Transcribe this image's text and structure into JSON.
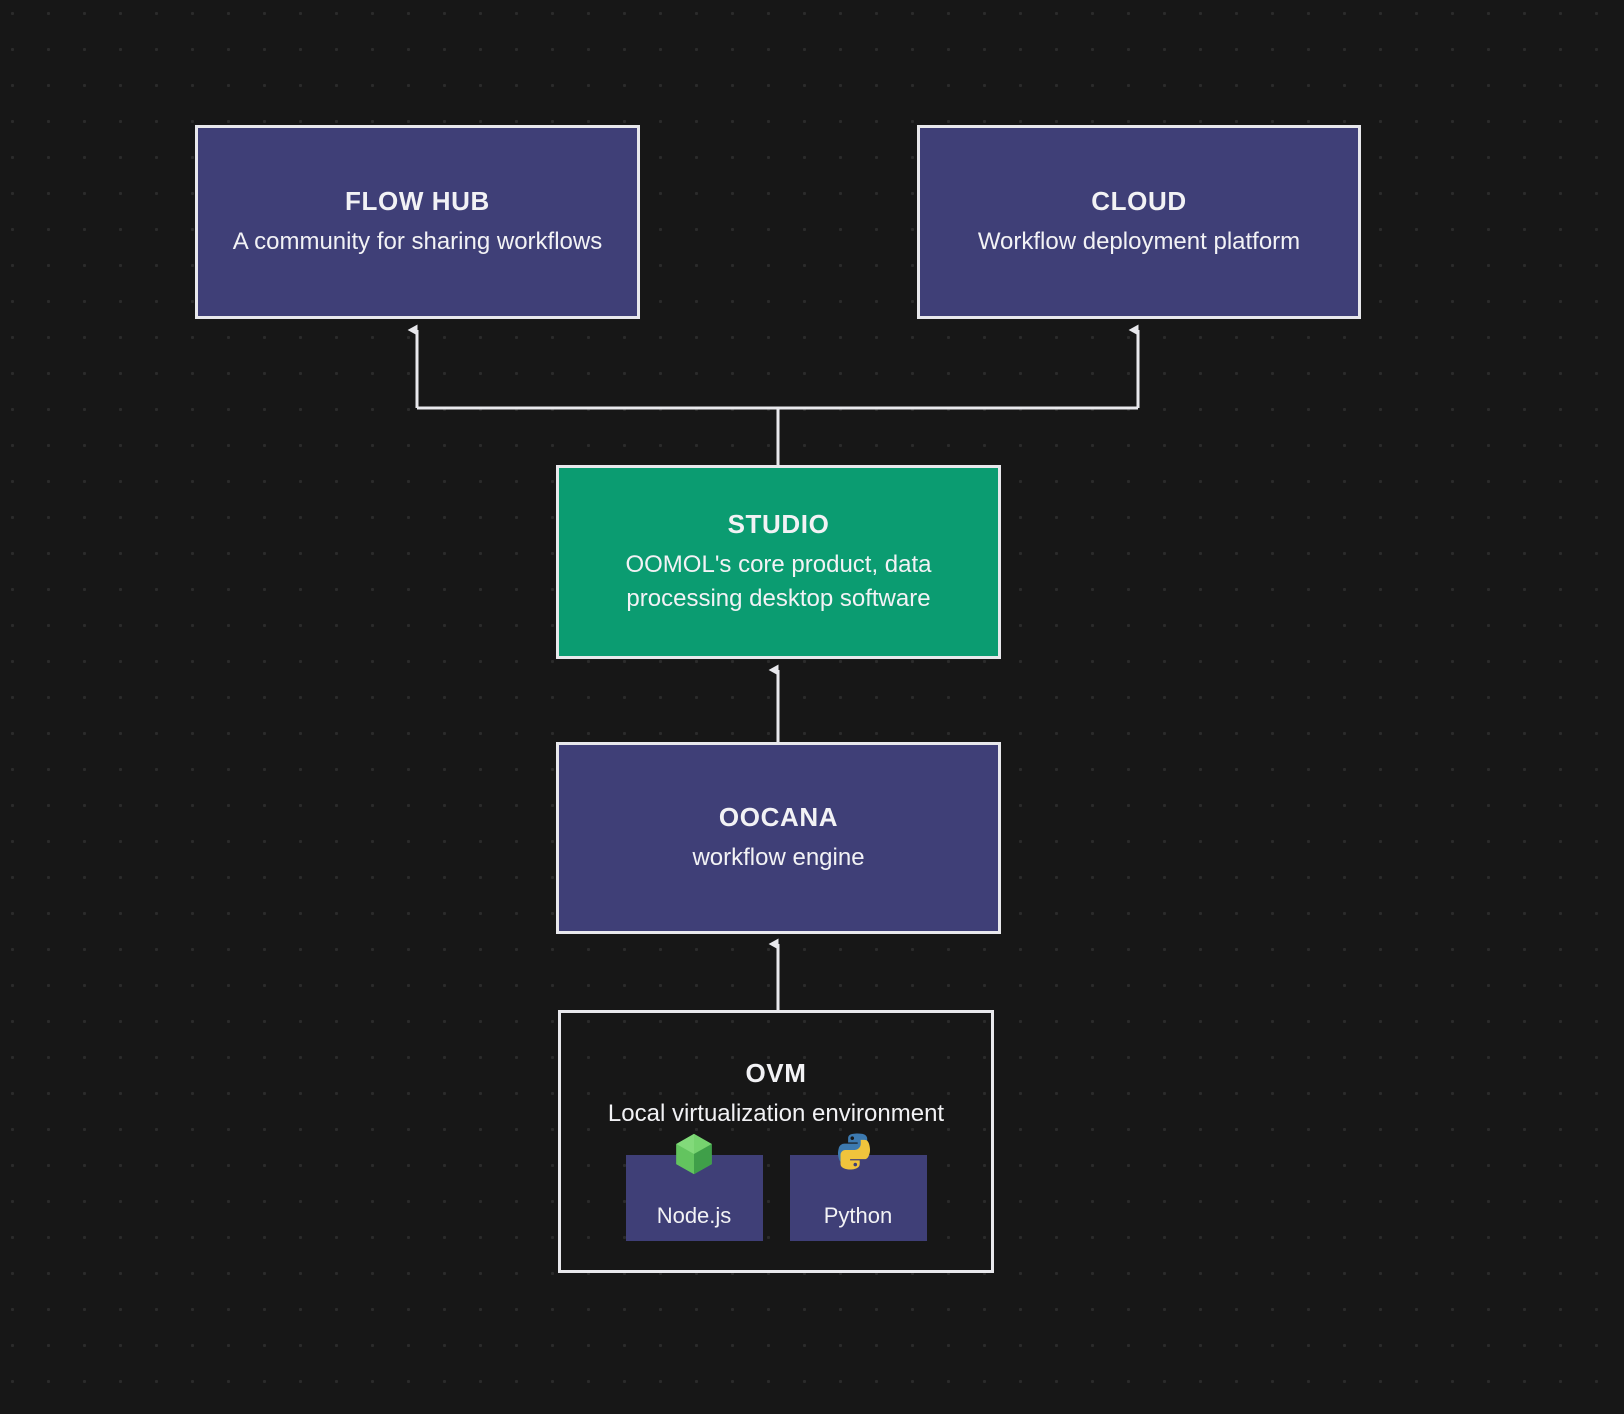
{
  "theme": {
    "background": "#171717",
    "grid_dot": "#2b2b2b",
    "node_border": "#e8e8ec",
    "node_text": "#f2f2f5",
    "purple_fill": "#3f3f77",
    "green_fill": "#0b9c71",
    "edge_stroke": "#e8e8ec"
  },
  "diagram": {
    "type": "architecture-block-diagram",
    "nodes": [
      {
        "id": "flow-hub",
        "title": "FLOW HUB",
        "desc": "A community for sharing workflows",
        "fill": "#3f3f77"
      },
      {
        "id": "cloud",
        "title": "CLOUD",
        "desc": "Workflow deployment platform",
        "fill": "#3f3f77"
      },
      {
        "id": "studio",
        "title": "STUDIO",
        "desc": "OOMOL's core product, data processing desktop software",
        "fill": "#0b9c71"
      },
      {
        "id": "oocana",
        "title": "OOCANA",
        "desc": "workflow engine",
        "fill": "#3f3f77"
      },
      {
        "id": "ovm",
        "title": "OVM",
        "desc": "Local virtualization environment",
        "fill": "transparent"
      }
    ],
    "runtimes": [
      {
        "id": "nodejs",
        "label": "Node.js",
        "icon": "nodejs-hexagon-icon"
      },
      {
        "id": "python",
        "label": "Python",
        "icon": "python-logo-icon"
      }
    ],
    "edges": [
      {
        "from": "studio",
        "to": "flow-hub",
        "arrow": "up"
      },
      {
        "from": "studio",
        "to": "cloud",
        "arrow": "up"
      },
      {
        "from": "oocana",
        "to": "studio",
        "arrow": "up"
      },
      {
        "from": "ovm",
        "to": "oocana",
        "arrow": "up"
      }
    ]
  }
}
